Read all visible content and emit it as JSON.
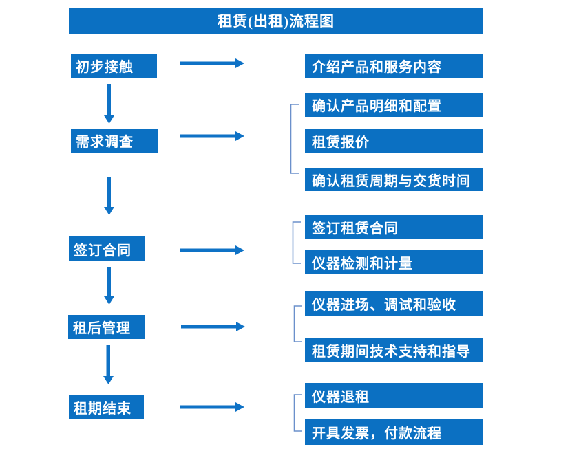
{
  "title": "租赁(出租)流程图",
  "rows": [
    {
      "step": "初步接触",
      "details": [
        "介绍产品和服务内容"
      ]
    },
    {
      "step": "需求调查",
      "details": [
        "确认产品明细和配置",
        "租赁报价",
        "确认租赁周期与交货时间"
      ]
    },
    {
      "step": "签订合同",
      "details": [
        "签订租赁合同",
        "仪器检测和计量"
      ]
    },
    {
      "step": "租后管理",
      "details": [
        "仪器进场、调试和验收",
        "租赁期间技术支持和指导"
      ]
    },
    {
      "step": "租期结束",
      "details": [
        "仪器退租",
        "开具发票，付款流程"
      ]
    }
  ],
  "colors": {
    "box_fill": "#0b70c2",
    "box_text": "#ffffff",
    "arrow": "#0e72c6",
    "bracket": "#6b90cb",
    "page_bg": "#ffffff"
  }
}
